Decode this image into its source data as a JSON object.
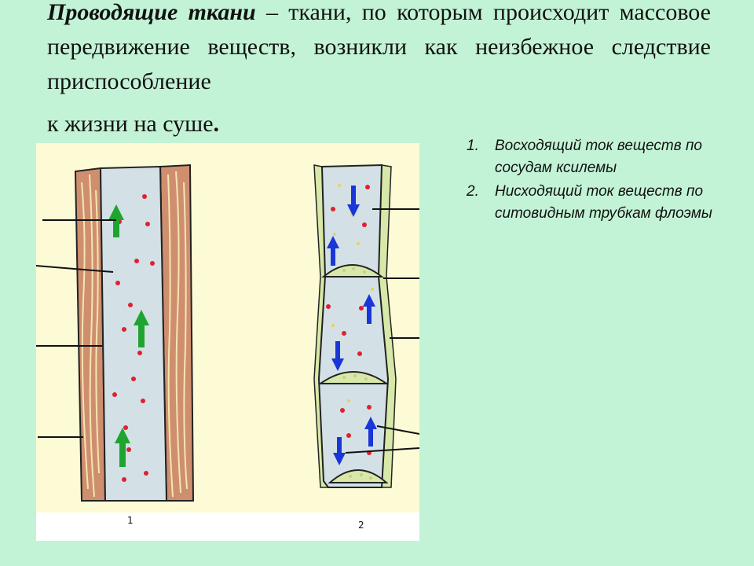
{
  "title": {
    "emphasis": "Проводящие ткани",
    "line1_rest": "– ткани, по которым происходит массовое передвижение веществ, возникли как неизбежное следствие приспособление",
    "line_last": "к жизни на суше",
    "end_dot": "."
  },
  "list": [
    {
      "num": "1.",
      "text": "Восходящий ток веществ по сосудам ксилемы"
    },
    {
      "num": "2.",
      "text": "Нисходящий ток веществ по ситовидным трубкам флоэмы"
    }
  ],
  "figure": {
    "label_1": "1",
    "label_2": "2",
    "colors": {
      "panel": "#fcfbd6",
      "wood": "#cf8f6f",
      "grain": "#f4e6b0",
      "lumen": "#d3e1e6",
      "sieve_plate": "#d8e8a8",
      "red_dot": "#e02030",
      "green_arrow": "#1fa52f",
      "blue_arrow": "#1a36d8"
    }
  }
}
